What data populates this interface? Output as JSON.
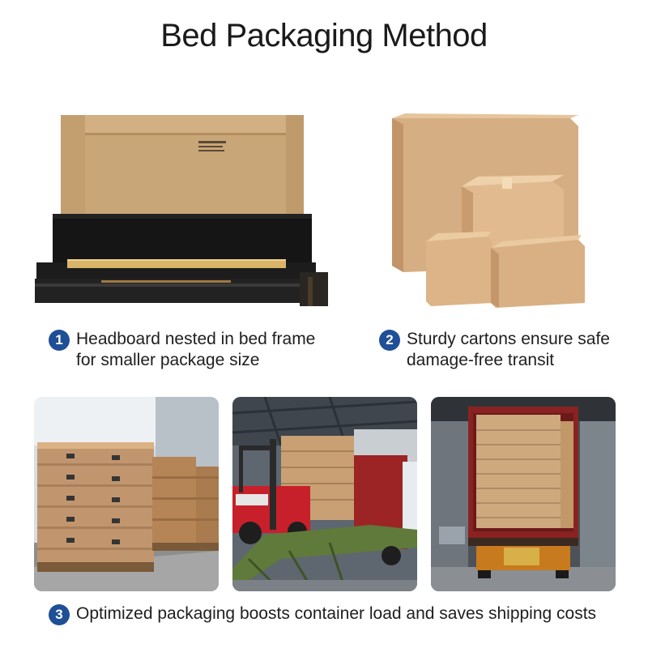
{
  "title": "Bed Packaging Method",
  "features": [
    {
      "number": "1",
      "line1": "Headboard nested in bed frame",
      "line2": "for smaller package size"
    },
    {
      "number": "2",
      "line1": "Sturdy cartons ensure safe",
      "line2": "damage-free transit"
    },
    {
      "number": "3",
      "line1": "Optimized packaging boosts container load and saves shipping costs"
    }
  ],
  "colors": {
    "badge": "#1f4f96",
    "cardboard": "#c9a677",
    "frame": "#1c1c1c"
  }
}
